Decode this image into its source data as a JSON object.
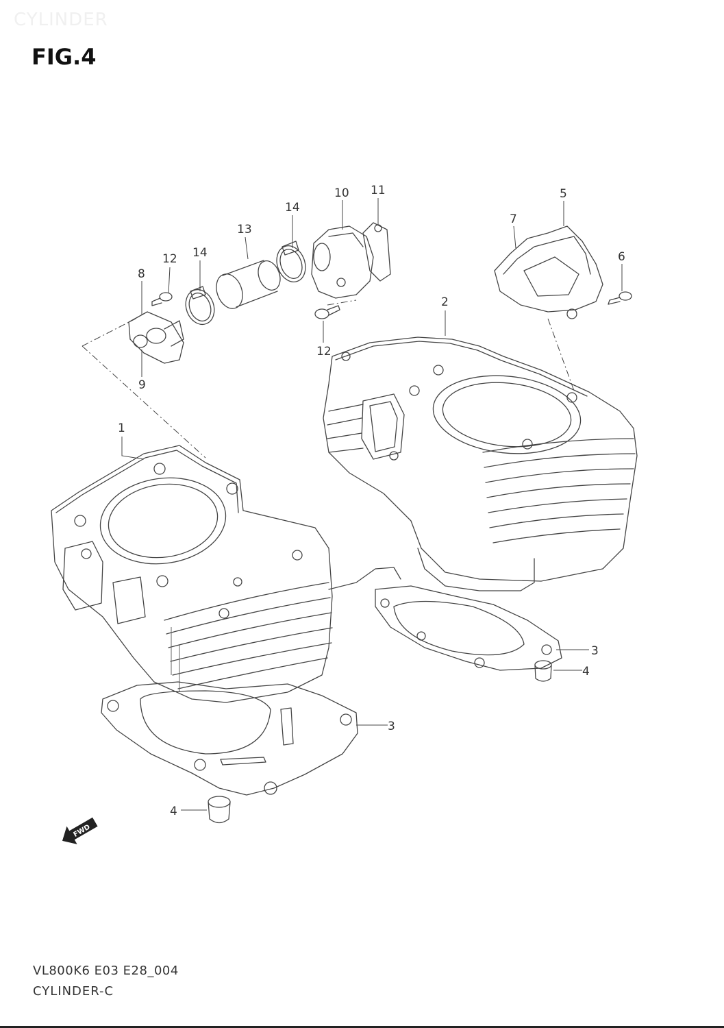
{
  "header": {
    "section_faint": "CYLINDER",
    "figure_title": "FIG.4"
  },
  "callouts": [
    "1",
    "2",
    "3",
    "3",
    "4",
    "4",
    "5",
    "6",
    "7",
    "8",
    "9",
    "10",
    "11",
    "12",
    "12",
    "13",
    "14",
    "14"
  ],
  "fwd_label": "FWD",
  "footer": {
    "code": "VL800K6 E03 E28_004",
    "title": "CYLINDER-C"
  }
}
